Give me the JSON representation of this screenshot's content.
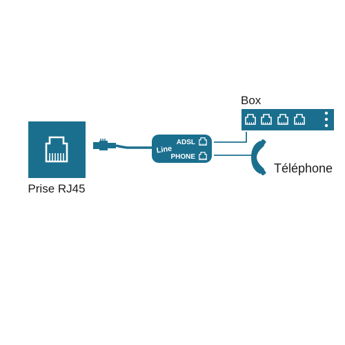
{
  "labels": {
    "wall_socket": "Prise RJ45",
    "box": "Box",
    "telephone": "Téléphone",
    "splitter_line": "Line",
    "splitter_adsl": "ADSL",
    "splitter_phone": "PHONE"
  },
  "colors": {
    "primary": "#1b6f8e",
    "text": "#1a1a1a",
    "background": "#ffffff"
  },
  "icons": {
    "wall_socket": "rj45-socket-icon",
    "plug": "rj45-plug-icon",
    "box_port": "ethernet-port-icon",
    "phone": "telephone-handset-icon"
  },
  "box_port_count": 4
}
